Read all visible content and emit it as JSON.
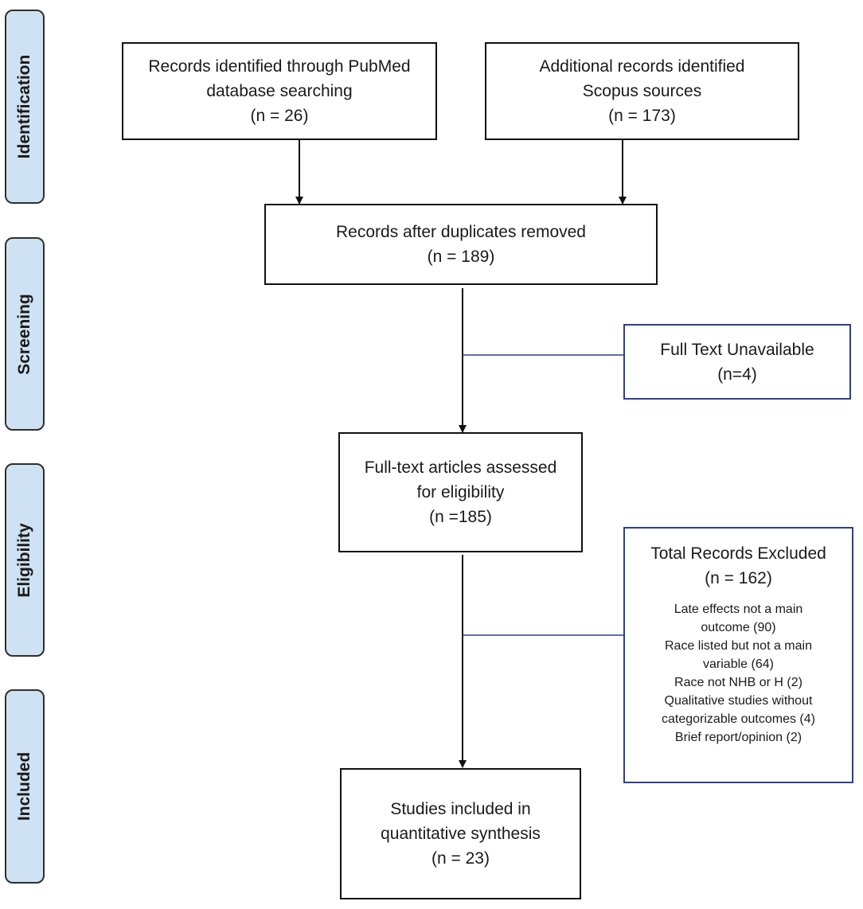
{
  "stages": [
    {
      "id": "identification",
      "label": "Identification"
    },
    {
      "id": "screening",
      "label": "Screening"
    },
    {
      "id": "eligibility",
      "label": "Eligibility"
    },
    {
      "id": "included",
      "label": "Included"
    }
  ],
  "boxes": {
    "pubmed": {
      "lines": [
        "Records identified through PubMed",
        "database searching",
        "(n = 26)"
      ]
    },
    "scopus": {
      "lines": [
        "Additional records identified",
        "Scopus sources",
        "(n = 173)"
      ]
    },
    "duplicates": {
      "lines": [
        "Records after duplicates removed",
        "(n = 189)"
      ]
    },
    "unavailable": {
      "lines": [
        "Full Text Unavailable",
        "(n=4)"
      ]
    },
    "fulltext": {
      "lines": [
        "Full-text articles assessed",
        "for eligibility",
        "(n =185)"
      ]
    },
    "excluded": {
      "title": [
        "Total Records Excluded",
        "(n = 162)"
      ],
      "reasons": [
        "Late effects not a main",
        "outcome (90)",
        "Race listed but not a main",
        "variable (64)",
        "Race not NHB or H (2)",
        "Qualitative studies without",
        "categorizable outcomes (4)",
        "Brief report/opinion (2)"
      ]
    },
    "included": {
      "lines": [
        "Studies included in",
        "quantitative synthesis",
        "(n = 23)"
      ]
    }
  },
  "colors": {
    "stage_fill": "#cfe2f3",
    "side_border": "#2e3f8f",
    "arrow": "#111111"
  }
}
